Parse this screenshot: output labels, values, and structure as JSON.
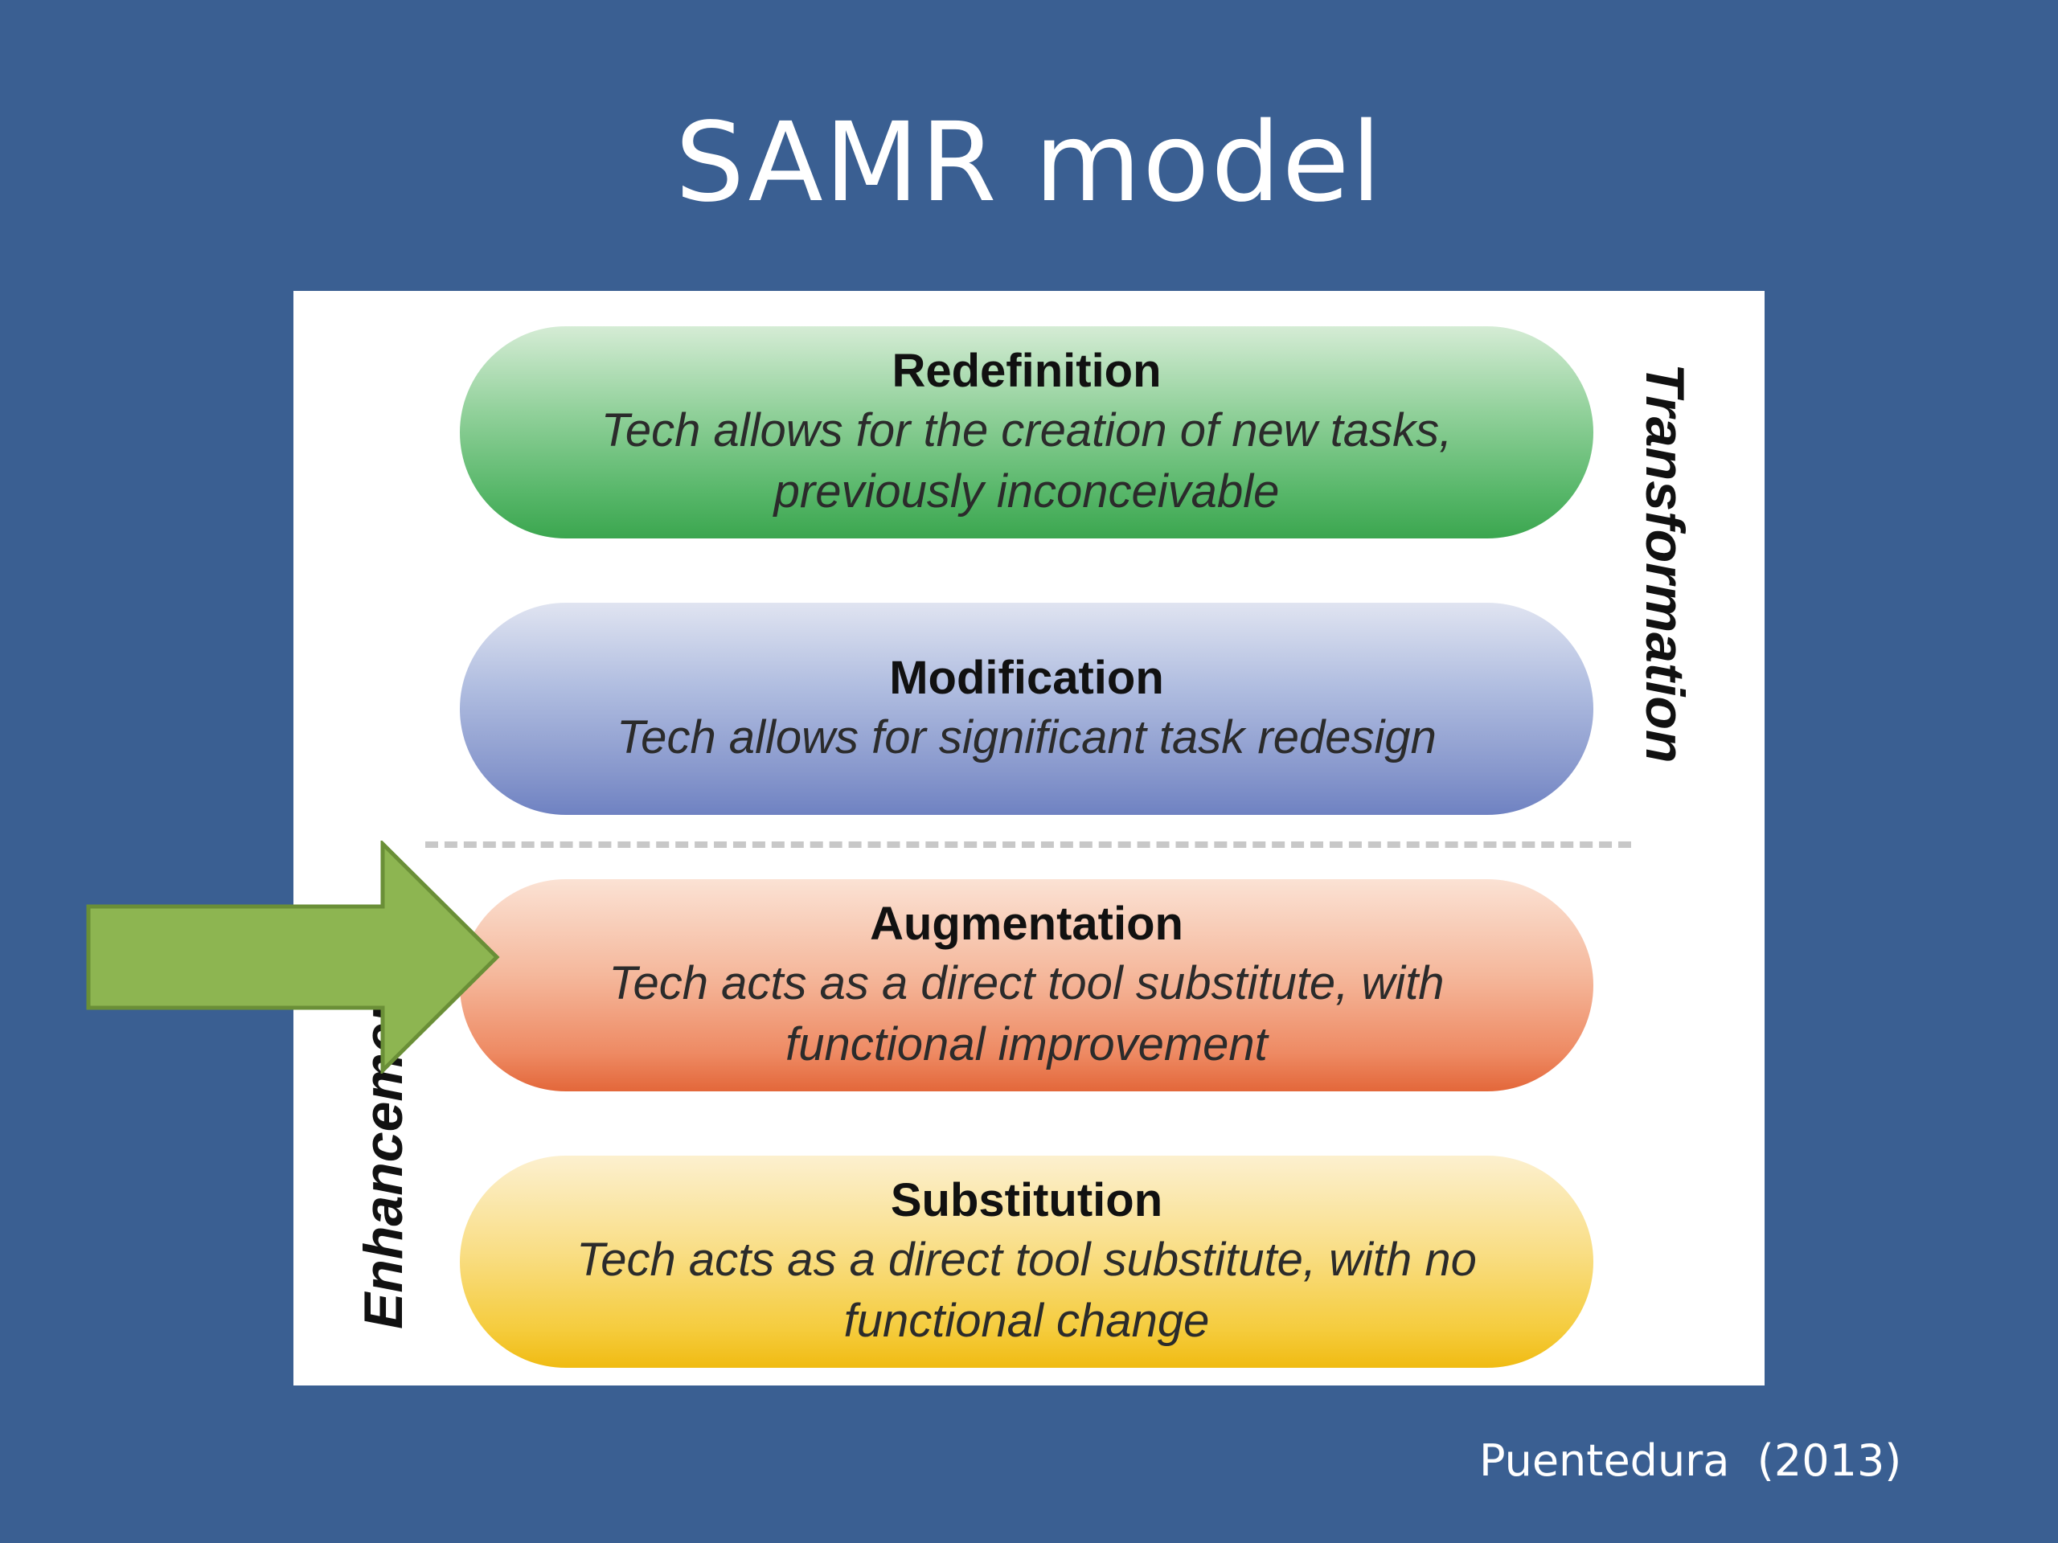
{
  "slide": {
    "title": "SAMR model",
    "citation": "Puentedura  (2013)"
  },
  "diagram": {
    "levels": [
      {
        "name": "Redefinition",
        "description": "Tech allows for the creation of new tasks, previously inconceivable",
        "color": "#58b76a"
      },
      {
        "name": "Modification",
        "description": "Tech allows for significant task redesign",
        "color": "#8797cc"
      },
      {
        "name": "Augmentation",
        "description": "Tech acts as a direct tool substitute, with functional improvement",
        "color": "#ee8a63"
      },
      {
        "name": "Substitution",
        "description": "Tech acts as a direct tool substitute, with no functional change",
        "color": "#f5cc3d"
      }
    ],
    "group_labels": {
      "transformation": "Transformation",
      "enhancement": "Enhancement"
    },
    "pointer": {
      "icon": "arrow-right-icon",
      "points_to": "Augmentation",
      "color": "#8db551"
    }
  }
}
